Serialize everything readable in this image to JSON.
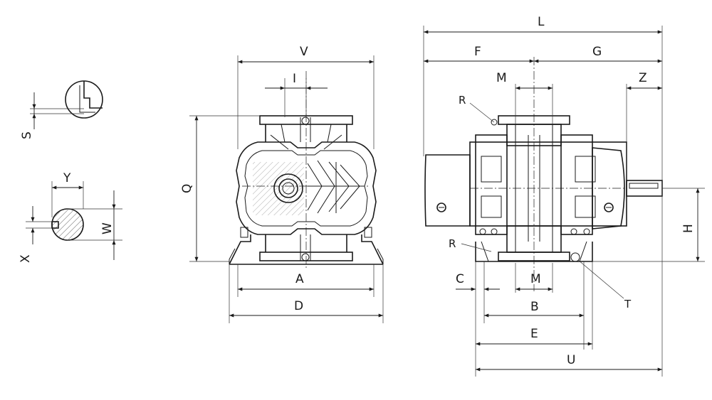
{
  "labels": {
    "L": "L",
    "F": "F",
    "G": "G",
    "M_top": "M",
    "Z": "Z",
    "R_top": "R",
    "V": "V",
    "I": "I",
    "Q": "Q",
    "A": "A",
    "D": "D",
    "H": "H",
    "R_bottom": "R",
    "C": "C",
    "M_bottom": "M",
    "T": "T",
    "B": "B",
    "E": "E",
    "U": "U",
    "S": "S",
    "Y": "Y",
    "W": "W",
    "X": "X"
  }
}
